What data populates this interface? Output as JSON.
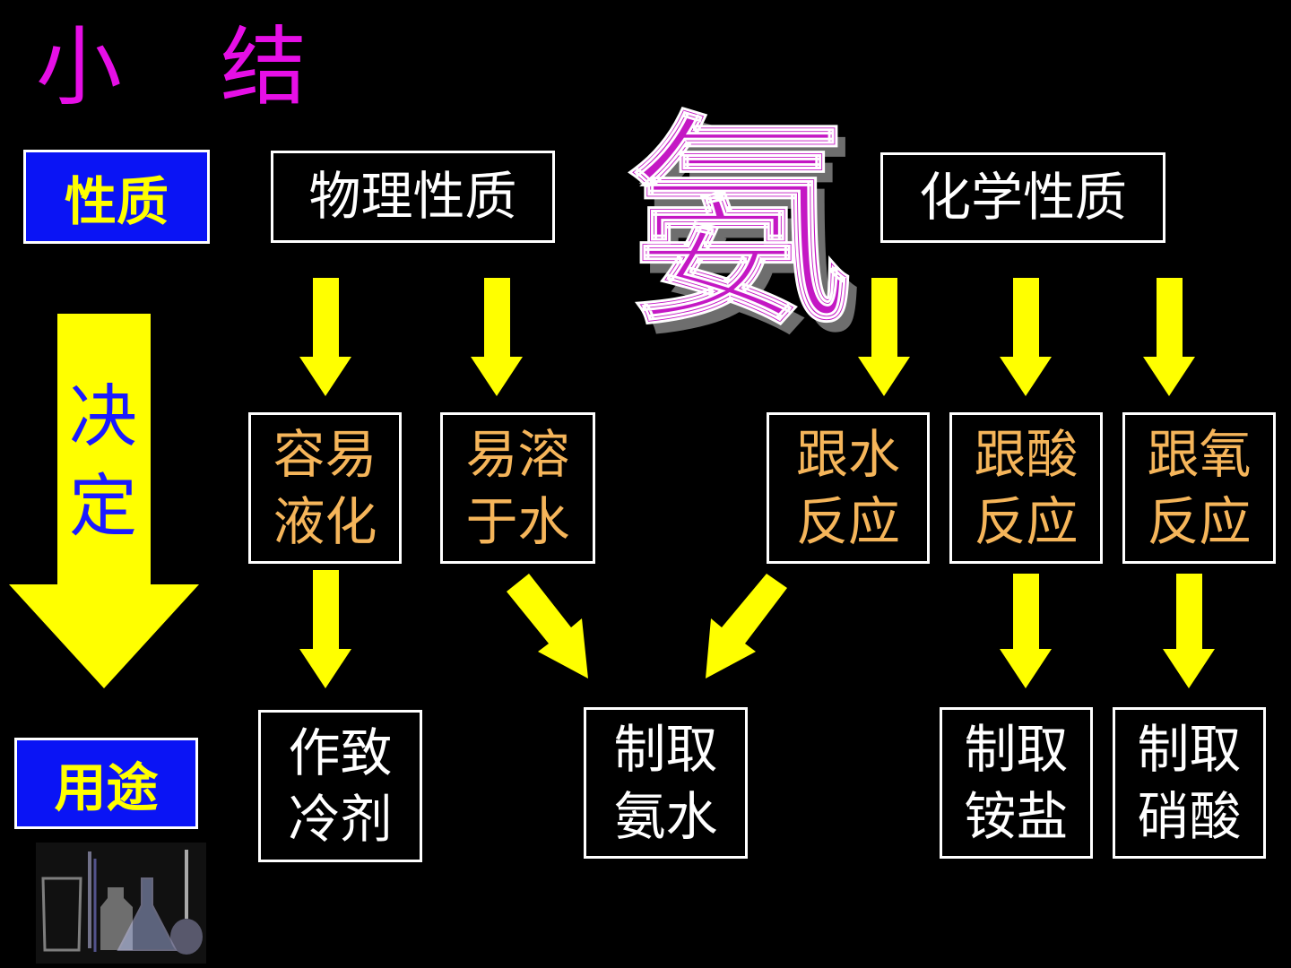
{
  "title": {
    "char1": "小",
    "char2": "结"
  },
  "big_char": "氨",
  "tags": {
    "properties": "性质",
    "uses": "用途"
  },
  "decide": {
    "char1": "决",
    "char2": "定"
  },
  "headers": {
    "physical": "物理性质",
    "chemical": "化学性质"
  },
  "property_boxes": [
    {
      "line1": "容易",
      "line2": "液化"
    },
    {
      "line1": "易溶",
      "line2": "于水"
    },
    {
      "line1": "跟水",
      "line2": "反应"
    },
    {
      "line1": "跟酸",
      "line2": "反应"
    },
    {
      "line1": "跟氧",
      "line2": "反应"
    }
  ],
  "use_boxes": [
    {
      "line1": "作致",
      "line2": "冷剂"
    },
    {
      "line1": "制取",
      "line2": "氨水"
    },
    {
      "line1": "制取",
      "line2": "铵盐"
    },
    {
      "line1": "制取",
      "line2": "硝酸"
    }
  ],
  "colors": {
    "background": "#000000",
    "arrow": "#ffff00",
    "title": "#e60fe6",
    "tag_bg": "#0a14f5",
    "tag_text": "#ffff00",
    "property_text": "#f5b55a",
    "decide_text": "#1a1aff",
    "big_char": "#c418c4"
  },
  "icons": {
    "glassware": "lab-glassware-icon"
  }
}
